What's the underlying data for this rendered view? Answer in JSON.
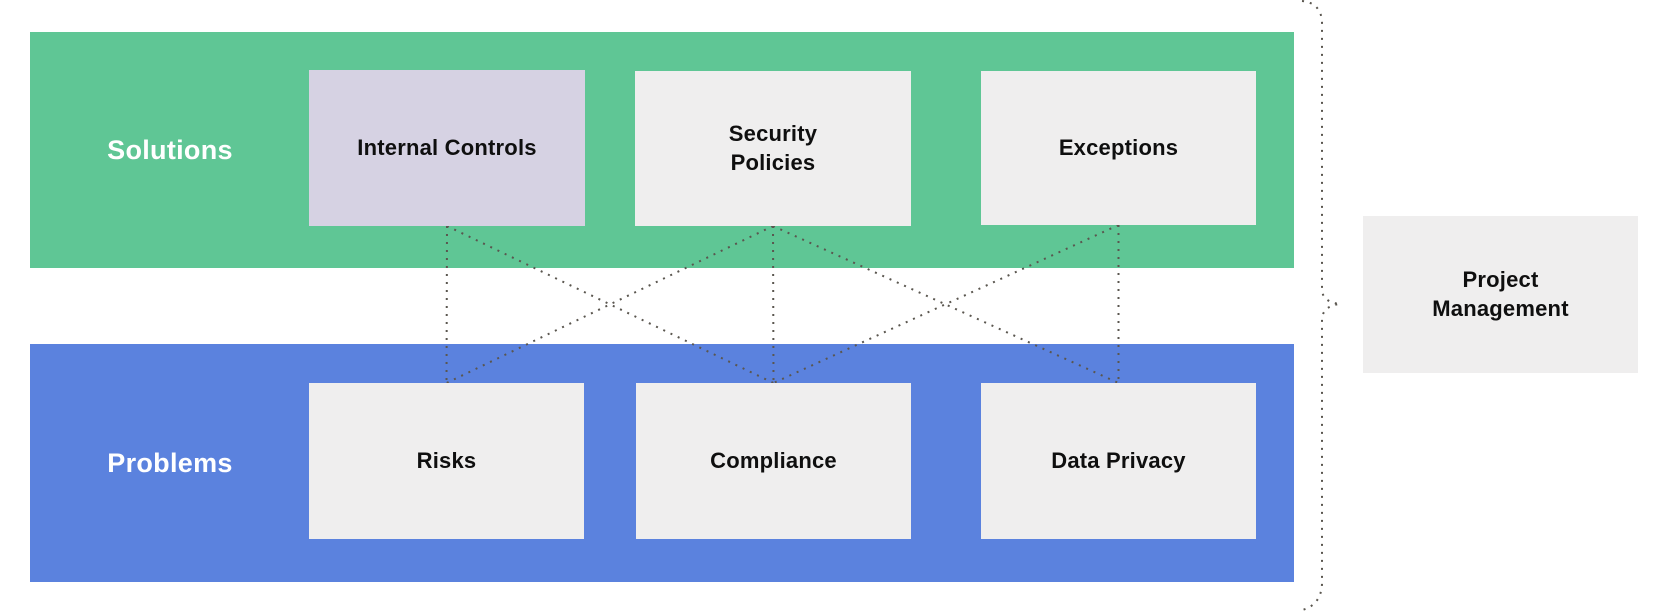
{
  "diagram": {
    "solutions": {
      "row_label": "Solutions",
      "band_color": "#5fc695",
      "boxes": [
        {
          "id": "internal-controls",
          "label": "Internal Controls",
          "bg": "#d6d2e3"
        },
        {
          "id": "security-policies",
          "label": "Security\nPolicies",
          "bg": "#efeeee"
        },
        {
          "id": "exceptions",
          "label": "Exceptions",
          "bg": "#efeeee"
        }
      ]
    },
    "problems": {
      "row_label": "Problems",
      "band_color": "#5b82de",
      "boxes": [
        {
          "id": "risks",
          "label": "Risks",
          "bg": "#efeeee"
        },
        {
          "id": "compliance",
          "label": "Compliance",
          "bg": "#efeeee"
        },
        {
          "id": "data-privacy",
          "label": "Data Privacy",
          "bg": "#efeeee"
        }
      ]
    },
    "side": {
      "id": "project-management",
      "label": "Project\nManagement",
      "bg": "#efeeee"
    },
    "connections": [
      {
        "from": "internal-controls",
        "to": "risks"
      },
      {
        "from": "internal-controls",
        "to": "compliance"
      },
      {
        "from": "security-policies",
        "to": "risks"
      },
      {
        "from": "security-policies",
        "to": "compliance"
      },
      {
        "from": "security-policies",
        "to": "data-privacy"
      },
      {
        "from": "exceptions",
        "to": "compliance"
      },
      {
        "from": "exceptions",
        "to": "data-privacy"
      }
    ],
    "connector_color": "#5a564f",
    "text_color": "#0f0f0f"
  }
}
